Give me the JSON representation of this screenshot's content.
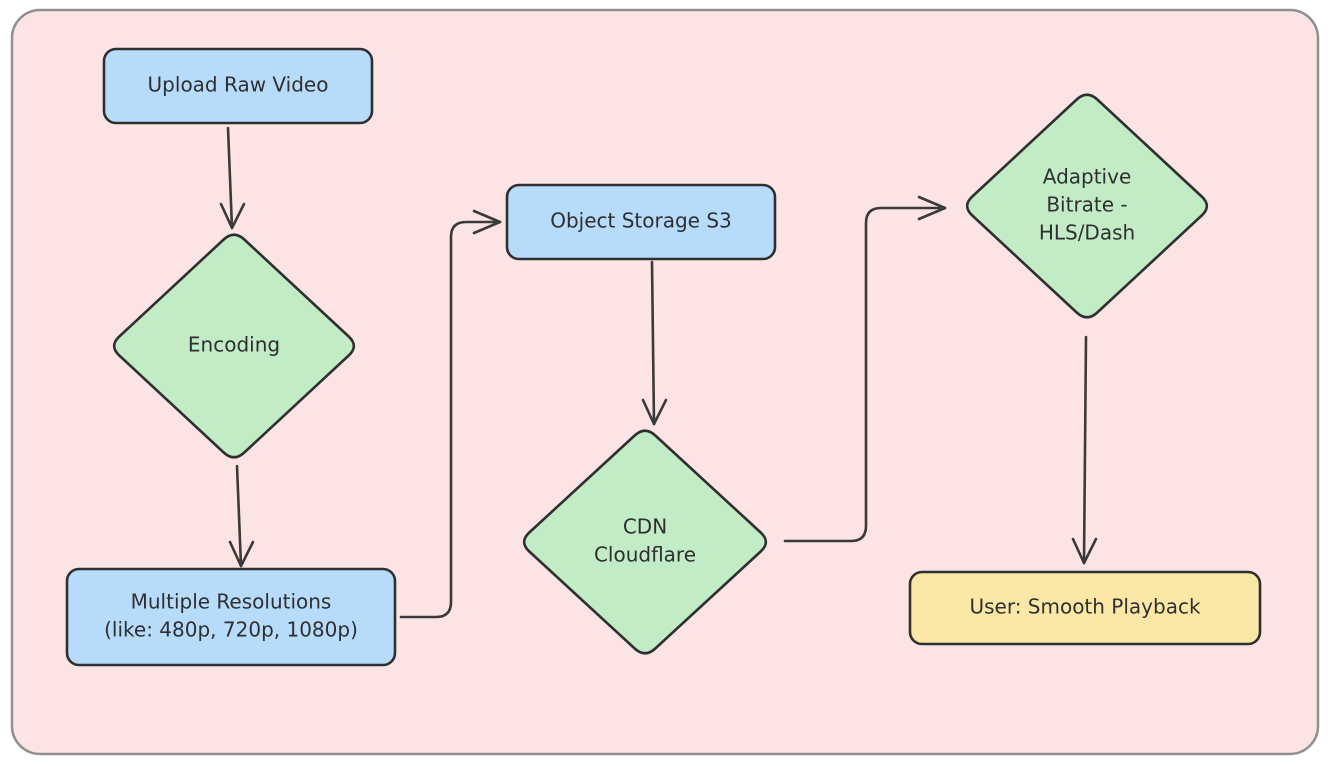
{
  "colors": {
    "background": "#fde4e4",
    "frame_stroke": "#8f8f8f",
    "process_fill": "#b7dbfb",
    "decision_fill": "#c1ecc5",
    "output_fill": "#fbe8a6",
    "stroke": "#2f2f2f"
  },
  "nodes": {
    "upload": {
      "shape": "rect",
      "fill": "process",
      "lines": [
        "Upload Raw Video"
      ]
    },
    "encoding": {
      "shape": "diamond",
      "fill": "decision",
      "lines": [
        "Encoding"
      ]
    },
    "resolutions": {
      "shape": "rect",
      "fill": "process",
      "lines": [
        "Multiple Resolutions",
        "(like: 480p, 720p, 1080p)"
      ]
    },
    "storage": {
      "shape": "rect",
      "fill": "process",
      "lines": [
        "Object Storage S3"
      ]
    },
    "cdn": {
      "shape": "diamond",
      "fill": "decision",
      "lines": [
        "CDN",
        "Cloudflare"
      ]
    },
    "adaptive": {
      "shape": "diamond",
      "fill": "decision",
      "lines": [
        "Adaptive",
        "Bitrate -",
        "HLS/Dash"
      ]
    },
    "playback": {
      "shape": "rect",
      "fill": "output",
      "lines": [
        "User: Smooth Playback"
      ]
    }
  },
  "edges": [
    {
      "from": "upload",
      "to": "encoding"
    },
    {
      "from": "encoding",
      "to": "resolutions"
    },
    {
      "from": "resolutions",
      "to": "storage"
    },
    {
      "from": "storage",
      "to": "cdn"
    },
    {
      "from": "cdn",
      "to": "adaptive"
    },
    {
      "from": "adaptive",
      "to": "playback"
    }
  ]
}
